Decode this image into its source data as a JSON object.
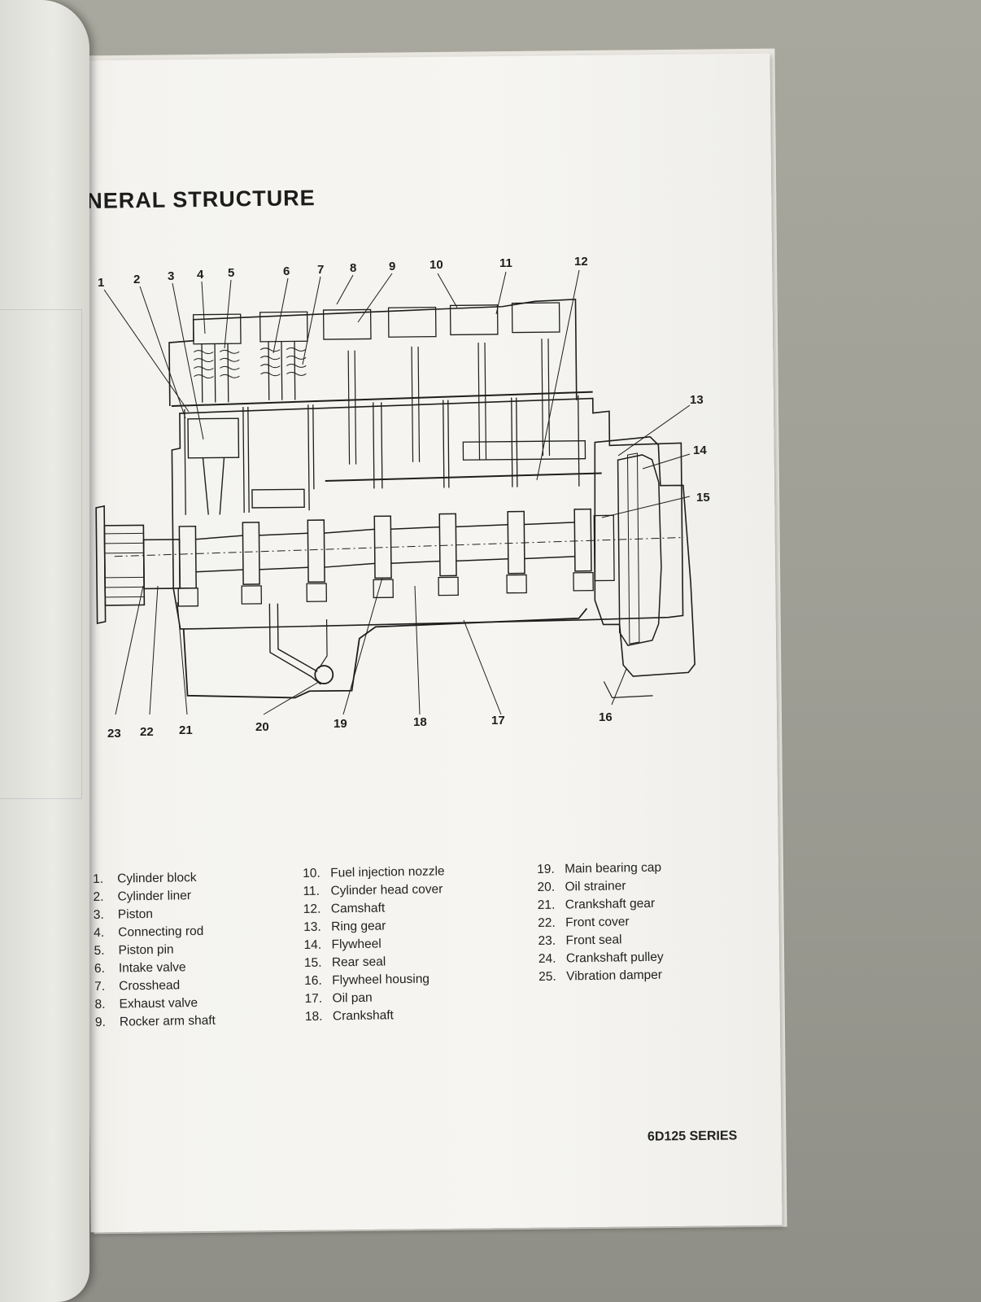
{
  "page": {
    "title": "NERAL STRUCTURE",
    "footer": "6D125 SERIES"
  },
  "callouts": [
    "1",
    "2",
    "3",
    "4",
    "5",
    "6",
    "7",
    "8",
    "9",
    "10",
    "11",
    "12",
    "13",
    "14",
    "15",
    "16",
    "17",
    "18",
    "19",
    "20",
    "21",
    "22",
    "23"
  ],
  "legend": {
    "col1": [
      {
        "num": "1.",
        "label": "Cylinder block"
      },
      {
        "num": "2.",
        "label": "Cylinder liner"
      },
      {
        "num": "3.",
        "label": "Piston"
      },
      {
        "num": "4.",
        "label": "Connecting rod"
      },
      {
        "num": "5.",
        "label": "Piston pin"
      },
      {
        "num": "6.",
        "label": "Intake valve"
      },
      {
        "num": "7.",
        "label": "Crosshead"
      },
      {
        "num": "8.",
        "label": "Exhaust valve"
      },
      {
        "num": "9.",
        "label": "Rocker arm shaft"
      }
    ],
    "col2": [
      {
        "num": "10.",
        "label": "Fuel injection nozzle"
      },
      {
        "num": "11.",
        "label": "Cylinder head cover"
      },
      {
        "num": "12.",
        "label": "Camshaft"
      },
      {
        "num": "13.",
        "label": "Ring gear"
      },
      {
        "num": "14.",
        "label": "Flywheel"
      },
      {
        "num": "15.",
        "label": "Rear seal"
      },
      {
        "num": "16.",
        "label": "Flywheel housing"
      },
      {
        "num": "17.",
        "label": "Oil pan"
      },
      {
        "num": "18.",
        "label": "Crankshaft"
      }
    ],
    "col3": [
      {
        "num": "19.",
        "label": "Main bearing cap"
      },
      {
        "num": "20.",
        "label": "Oil strainer"
      },
      {
        "num": "21.",
        "label": "Crankshaft gear"
      },
      {
        "num": "22.",
        "label": "Front cover"
      },
      {
        "num": "23.",
        "label": "Front seal"
      },
      {
        "num": "24.",
        "label": "Crankshaft pulley"
      },
      {
        "num": "25.",
        "label": "Vibration damper"
      }
    ]
  }
}
